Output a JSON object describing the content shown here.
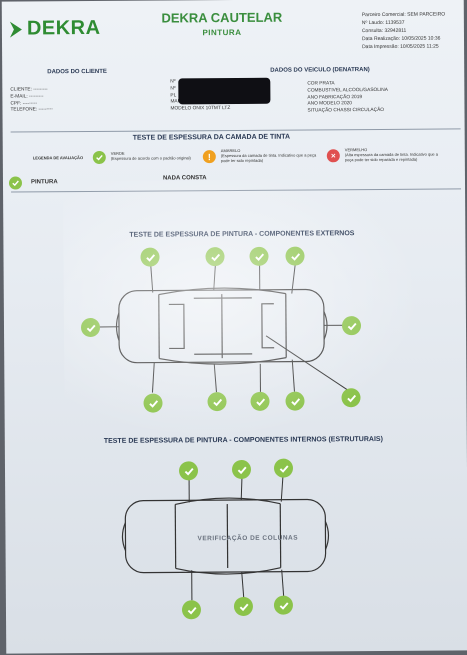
{
  "brand": {
    "logo_text": "DEKRA",
    "accent": "#2f8c33"
  },
  "header": {
    "title": "DEKRA CAUTELAR",
    "subtitle": "PINTURA",
    "meta": [
      "Parceiro Comercial: SEM PARCEIRO",
      "Nº Laudo: 1139537",
      "Consulta: 32942811",
      "Data Realização: 10/05/2025 10:36",
      "Data Impressão: 10/05/2025 11:25"
    ]
  },
  "client": {
    "heading": "DADOS DO CLIENTE",
    "fields": [
      "CLIENTE: ---------",
      "E-MAIL: ---------",
      "CPF: ---------",
      "TELEFONE: ---------"
    ]
  },
  "vehicle": {
    "heading": "DADOS DO VEICULO (DENATRAN)",
    "left": [
      "Nº",
      "Nº",
      "PL",
      "MARCA CHEV",
      "MODELO ONIX 10TMT LTZ"
    ],
    "right": [
      "COR PRATA",
      "COMBUSTIVEL ALCOOL/GASOLINA",
      "ANO FABRICAÇÃO 2019",
      "ANO MODELO 2020",
      "SITUAÇÃO CHASSI CIRCULAÇÃO"
    ]
  },
  "paint_test": {
    "title": "TESTE DE ESPESSURA DA CAMADA DE TINTA",
    "legend_title": "LEGENDA DE AVALIAÇÃO",
    "legend": [
      {
        "name": "VERDE",
        "desc": "(Espessura de acordo com o padrão original)"
      },
      {
        "name": "AMARELO",
        "desc": "(Espessura da camada de tinta. Indicativo que a peça pode ter sido repintada)"
      },
      {
        "name": "VERMELHO",
        "desc": "(Alta espessura da camada de tinta. Indicativo que a peça pode ter sido reparada e repintada)"
      }
    ],
    "result_label": "PINTURA",
    "result_value": "NADA CONSTA"
  },
  "external": {
    "title": "TESTE DE ESPESSURA DE PINTURA - COMPONENTES EXTERNOS",
    "status": "verde"
  },
  "internal": {
    "title": "TESTE DE ESPESSURA DE PINTURA - COMPONENTES INTERNOS (ESTRUTURAIS)",
    "watermark": "VERIFICAÇÃO DE COLUNAS",
    "status": "verde"
  },
  "colors": {
    "ok": "#8bc34a",
    "warn": "#f0a020",
    "bad": "#e05050",
    "ink": "#2b3a55"
  }
}
